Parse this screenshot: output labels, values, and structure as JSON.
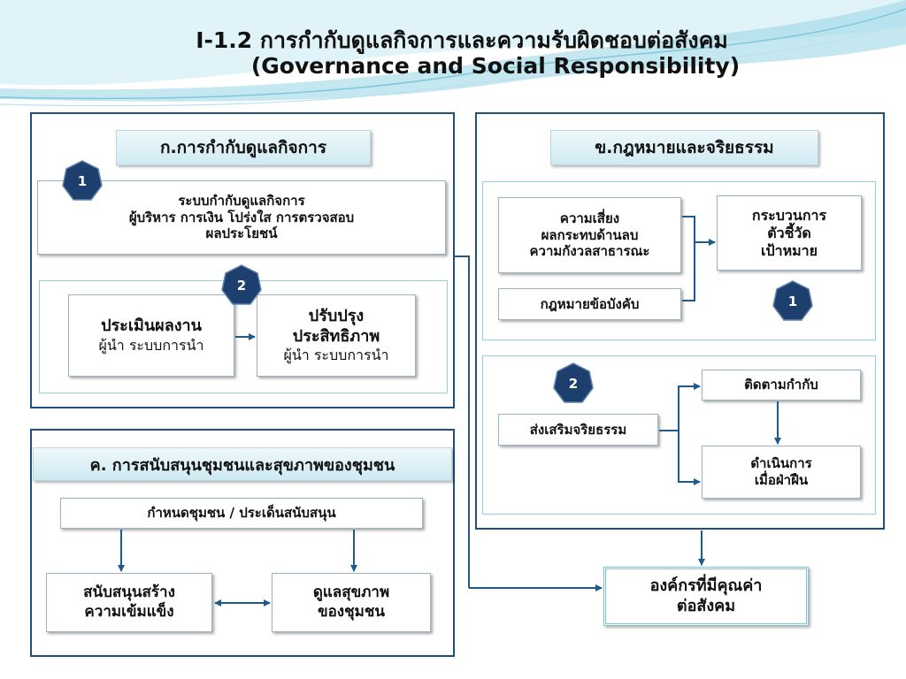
{
  "title": {
    "line1": "I-1.2 การกำกับดูแลกิจการและความรับผิดชอบต่อสังคม",
    "line2": "(Governance and Social Responsibility)"
  },
  "panel_a": {
    "header": "ก.การกำกับดูแลกิจการ",
    "badge1": "1",
    "badge2": "2",
    "system_box": {
      "line1": "ระบบกำกับดูแลกิจการ",
      "line2": "ผู้บริหาร การเงิน โปร่งใส การตรวจสอบ",
      "line3": "ผลประโยชน์"
    },
    "evaluate_box": {
      "title": "ประเมินผลงาน",
      "sub": "ผู้นำ ระบบการนำ"
    },
    "improve_box": {
      "title1": "ปรับปรุง",
      "title2": "ประสิทธิภาพ",
      "sub": "ผู้นำ ระบบการนำ"
    }
  },
  "panel_b": {
    "header": "ข.กฎหมายและจริยธรรม",
    "badge1": "1",
    "badge2": "2",
    "risk_box": {
      "line1": "ความเสี่ยง",
      "line2": "ผลกระทบด้านลบ",
      "line3": "ความกังวลสาธารณะ"
    },
    "law_box": "กฎหมายข้อบังคับ",
    "process_box": {
      "line1": "กระบวนการ",
      "line2": "ตัวชี้วัด",
      "line3": "เป้าหมาย"
    },
    "ethics_box": "ส่งเสริมจริยธรรม",
    "monitor_box": "ติดตามกำกับ",
    "action_box": {
      "line1": "ดำเนินการ",
      "line2": "เมื่อฝ่าฝืน"
    }
  },
  "panel_c": {
    "header": "ค. การสนับสนุนชุมชนและสุขภาพของชุมชน",
    "define_box": "กำหนดชุมชน / ประเด็นสนับสนุน",
    "support_box": {
      "line1": "สนับสนุนสร้าง",
      "line2": "ความเข้มแข็ง"
    },
    "health_box": {
      "line1": "ดูแลสุขภาพ",
      "line2": "ของชุมชน"
    }
  },
  "result_box": {
    "line1": "องค์กรที่มีคุณค่า",
    "line2": "ต่อสังคม"
  },
  "colors": {
    "panel_border": "#1f4f7a",
    "badge_fill": "#1c3f6e",
    "arrow": "#1f5a8a",
    "inner_border": "#8fd0dc"
  }
}
